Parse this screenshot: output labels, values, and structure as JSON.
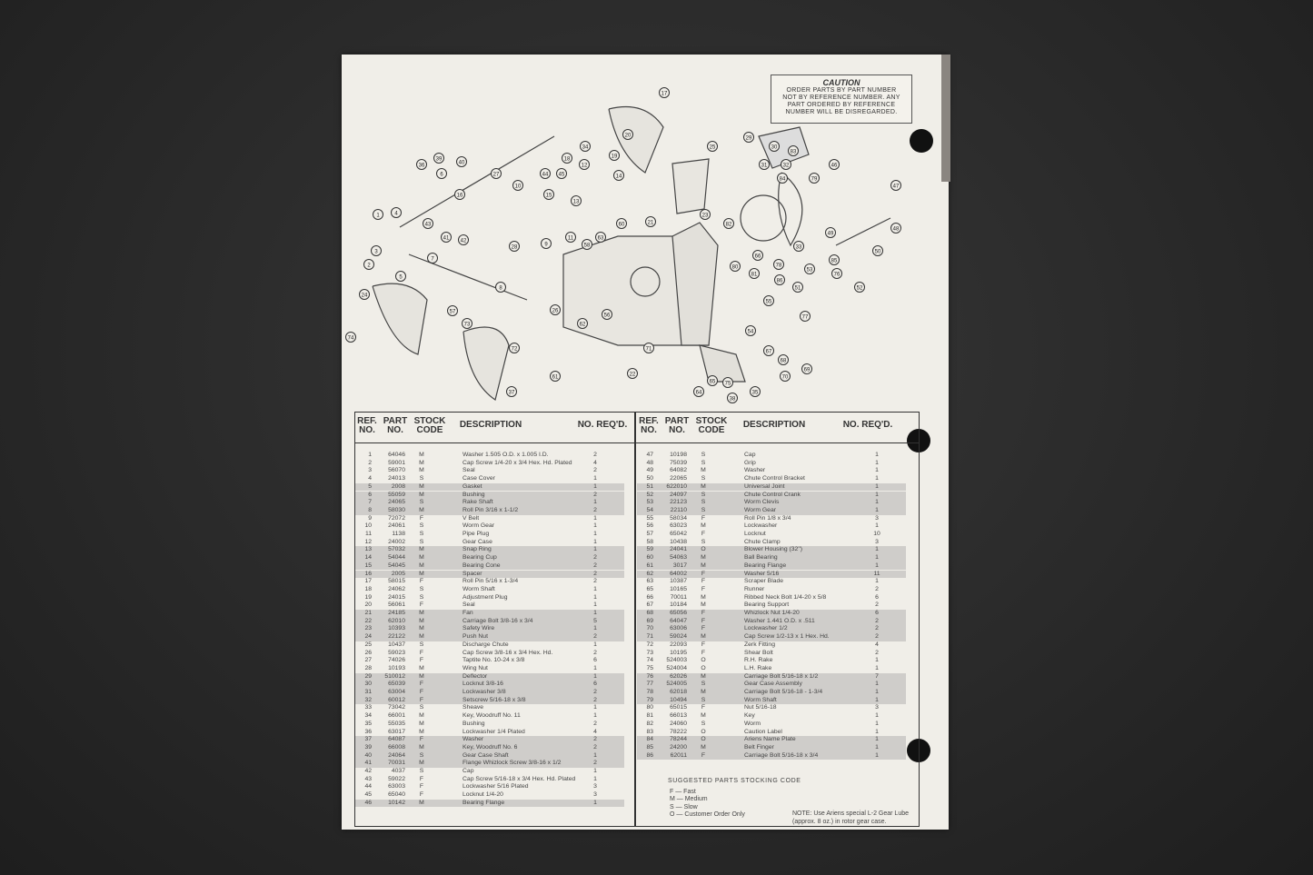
{
  "caution": {
    "title": "CAUTION",
    "lines": [
      "ORDER PARTS BY PART NUMBER",
      "NOT BY REFERENCE NUMBER. ANY",
      "PART ORDERED BY REFERENCE",
      "NUMBER WILL BE DISREGARDED."
    ]
  },
  "callouts": [
    "17",
    "27",
    "20",
    "19",
    "34",
    "18",
    "12",
    "15",
    "14",
    "13",
    "10",
    "41",
    "42",
    "9",
    "28",
    "6",
    "40",
    "43",
    "36",
    "39",
    "44",
    "45",
    "1",
    "2",
    "3",
    "4",
    "5",
    "7",
    "8",
    "24",
    "37",
    "73",
    "74",
    "57",
    "60",
    "58",
    "61",
    "62",
    "26",
    "25",
    "23",
    "22",
    "21",
    "29",
    "30",
    "31",
    "32",
    "33",
    "46",
    "47",
    "48",
    "49",
    "50",
    "51",
    "52",
    "53",
    "54",
    "55",
    "56",
    "63",
    "64",
    "65",
    "66",
    "67",
    "68",
    "69",
    "70",
    "71",
    "72",
    "75",
    "76",
    "77",
    "78",
    "79",
    "80",
    "81",
    "82",
    "83",
    "84",
    "85",
    "86",
    "35",
    "38",
    "16",
    "11"
  ],
  "table": {
    "headers": {
      "ref": "REF. NO.",
      "part": "PART NO.",
      "code": "STOCK CODE",
      "desc": "DESCRIPTION",
      "qty": "NO. REQ'D."
    },
    "left": [
      [
        "1",
        "64046",
        "M",
        "Washer 1.505 O.D. x 1.005 I.D.",
        "2"
      ],
      [
        "2",
        "59001",
        "M",
        "Cap Screw 1/4-20 x 3/4 Hex. Hd. Plated",
        "4"
      ],
      [
        "3",
        "56070",
        "M",
        "Seal",
        "2"
      ],
      [
        "4",
        "24013",
        "S",
        "Case Cover",
        "1"
      ],
      [
        "5",
        "2008",
        "M",
        "Gasket",
        "1"
      ],
      [
        "6",
        "55059",
        "M",
        "Bushing",
        "2"
      ],
      [
        "7",
        "24065",
        "S",
        "Rake Shaft",
        "1"
      ],
      [
        "8",
        "58030",
        "M",
        "Roll Pin 3/16 x 1-1/2",
        "2"
      ],
      [
        "9",
        "72072",
        "F",
        "V Belt",
        "1"
      ],
      [
        "10",
        "24061",
        "S",
        "Worm Gear",
        "1"
      ],
      [
        "11",
        "1138",
        "S",
        "Pipe Plug",
        "1"
      ],
      [
        "12",
        "24002",
        "S",
        "Gear Case",
        "1"
      ],
      [
        "13",
        "57032",
        "M",
        "Snap Ring",
        "1"
      ],
      [
        "14",
        "54044",
        "M",
        "Bearing Cup",
        "2"
      ],
      [
        "15",
        "54045",
        "M",
        "Bearing Cone",
        "2"
      ],
      [
        "16",
        "2005",
        "M",
        "Spacer",
        "2"
      ],
      [
        "17",
        "58015",
        "F",
        "Roll Pin 5/16 x 1-3/4",
        "2"
      ],
      [
        "18",
        "24062",
        "S",
        "Worm Shaft",
        "1"
      ],
      [
        "19",
        "24015",
        "S",
        "Adjustment Plug",
        "1"
      ],
      [
        "20",
        "56061",
        "F",
        "Seal",
        "1"
      ],
      [
        "21",
        "24185",
        "M",
        "Fan",
        "1"
      ],
      [
        "22",
        "62010",
        "M",
        "Carriage Bolt 3/8-16 x 3/4",
        "5"
      ],
      [
        "23",
        "10393",
        "M",
        "Safety Wire",
        "1"
      ],
      [
        "24",
        "22122",
        "M",
        "Push Nut",
        "2"
      ],
      [
        "25",
        "10437",
        "S",
        "Discharge Chute",
        "1"
      ],
      [
        "26",
        "59023",
        "F",
        "Cap Screw 3/8-16 x 3/4 Hex. Hd.",
        "2"
      ],
      [
        "27",
        "74026",
        "F",
        "Taptite No. 10-24 x 3/8",
        "6"
      ],
      [
        "28",
        "10193",
        "M",
        "Wing Nut",
        "1"
      ],
      [
        "29",
        "510012",
        "M",
        "Deflector",
        "1"
      ],
      [
        "30",
        "65039",
        "F",
        "Locknut 3/8-16",
        "6"
      ],
      [
        "31",
        "63004",
        "F",
        "Lockwasher 3/8",
        "2"
      ],
      [
        "32",
        "60012",
        "F",
        "Setscrew 5/16-18 x 3/8",
        "2"
      ],
      [
        "33",
        "73042",
        "S",
        "Sheave",
        "1"
      ],
      [
        "34",
        "66001",
        "M",
        "Key, Woodruff No. 11",
        "1"
      ],
      [
        "35",
        "55035",
        "M",
        "Bushing",
        "2"
      ],
      [
        "36",
        "63017",
        "M",
        "Lockwasher 1/4 Plated",
        "4"
      ],
      [
        "37",
        "64087",
        "F",
        "Washer",
        "2"
      ],
      [
        "39",
        "66008",
        "M",
        "Key, Woodruff No. 6",
        "2"
      ],
      [
        "40",
        "24064",
        "S",
        "Gear Case Shaft",
        "1"
      ],
      [
        "41",
        "70031",
        "M",
        "Flange Whizlock Screw 3/8-16 x 1/2",
        "2"
      ],
      [
        "42",
        "4037",
        "S",
        "Cap",
        "1"
      ],
      [
        "43",
        "59022",
        "F",
        "Cap Screw 5/16-18 x 3/4 Hex. Hd. Plated",
        "1"
      ],
      [
        "44",
        "63003",
        "F",
        "Lockwasher 5/16 Plated",
        "3"
      ],
      [
        "45",
        "65040",
        "F",
        "Locknut 1/4-20",
        "3"
      ],
      [
        "46",
        "10142",
        "M",
        "Bearing Flange",
        "1"
      ]
    ],
    "right": [
      [
        "47",
        "10198",
        "S",
        "Cap",
        "1"
      ],
      [
        "48",
        "75039",
        "S",
        "Grip",
        "1"
      ],
      [
        "49",
        "64082",
        "M",
        "Washer",
        "1"
      ],
      [
        "50",
        "22065",
        "S",
        "Chute Control Bracket",
        "1"
      ],
      [
        "51",
        "622010",
        "M",
        "Universal Joint",
        "1"
      ],
      [
        "52",
        "24097",
        "S",
        "Chute Control Crank",
        "1"
      ],
      [
        "53",
        "22123",
        "S",
        "Worm Clevis",
        "1"
      ],
      [
        "54",
        "22110",
        "S",
        "Worm Gear",
        "1"
      ],
      [
        "55",
        "58034",
        "F",
        "Roll Pin 1/8 x 3/4",
        "3"
      ],
      [
        "56",
        "63023",
        "M",
        "Lockwasher",
        "1"
      ],
      [
        "57",
        "65042",
        "F",
        "Locknut",
        "10"
      ],
      [
        "58",
        "10438",
        "S",
        "Chute Clamp",
        "3"
      ],
      [
        "59",
        "24041",
        "O",
        "Blower Housing (32\")",
        "1"
      ],
      [
        "60",
        "54063",
        "M",
        "Ball Bearing",
        "1"
      ],
      [
        "61",
        "3017",
        "M",
        "Bearing Flange",
        "1"
      ],
      [
        "62",
        "64002",
        "F",
        "Washer 5/16",
        "11"
      ],
      [
        "63",
        "10387",
        "F",
        "Scraper Blade",
        "1"
      ],
      [
        "65",
        "10165",
        "F",
        "Runner",
        "2"
      ],
      [
        "66",
        "70011",
        "M",
        "Ribbed Neck Bolt 1/4-20 x 5/8",
        "6"
      ],
      [
        "67",
        "10184",
        "M",
        "Bearing Support",
        "2"
      ],
      [
        "68",
        "65056",
        "F",
        "Whizlock Nut 1/4-20",
        "6"
      ],
      [
        "69",
        "64047",
        "F",
        "Washer 1.441 O.D. x .511",
        "2"
      ],
      [
        "70",
        "63006",
        "F",
        "Lockwasher 1/2",
        "2"
      ],
      [
        "71",
        "59024",
        "M",
        "Cap Screw 1/2-13 x 1 Hex. Hd.",
        "2"
      ],
      [
        "72",
        "22093",
        "F",
        "Zerk Fitting",
        "4"
      ],
      [
        "73",
        "10195",
        "F",
        "Shear Bolt",
        "2"
      ],
      [
        "74",
        "524003",
        "O",
        "R.H. Rake",
        "1"
      ],
      [
        "75",
        "524004",
        "O",
        "L.H. Rake",
        "1"
      ],
      [
        "76",
        "62026",
        "M",
        "Carriage Bolt 5/16-18 x 1/2",
        "7"
      ],
      [
        "77",
        "524005",
        "S",
        "Gear Case Assembly",
        "1"
      ],
      [
        "78",
        "62018",
        "M",
        "Carriage Bolt 5/16-18 - 1-3/4",
        "1"
      ],
      [
        "79",
        "10494",
        "S",
        "Worm Shaft",
        "1"
      ],
      [
        "80",
        "65015",
        "F",
        "Nut 5/16-18",
        "3"
      ],
      [
        "81",
        "66013",
        "M",
        "Key",
        "1"
      ],
      [
        "82",
        "24060",
        "S",
        "Worm",
        "1"
      ],
      [
        "83",
        "78222",
        "O",
        "Caution Label",
        "1"
      ],
      [
        "84",
        "78244",
        "O",
        "Ariens Name Plate",
        "1"
      ],
      [
        "85",
        "24200",
        "M",
        "Belt Finger",
        "1"
      ],
      [
        "86",
        "62011",
        "F",
        "Carriage Bolt 5/16-18 x 3/4",
        "1"
      ]
    ]
  },
  "legend": {
    "title": "SUGGESTED PARTS STOCKING CODE",
    "items": [
      "F —  Fast",
      "M —  Medium",
      "S —  Slow",
      "O —  Customer Order Only"
    ]
  },
  "note": {
    "line1": "NOTE:  Use Ariens special L-2 Gear Lube",
    "line2": "(approx. 8 oz.) in rotor gear case."
  },
  "colors": {
    "paper": "#f0eee8",
    "shade": "#cfcdca",
    "ink": "#333333"
  }
}
